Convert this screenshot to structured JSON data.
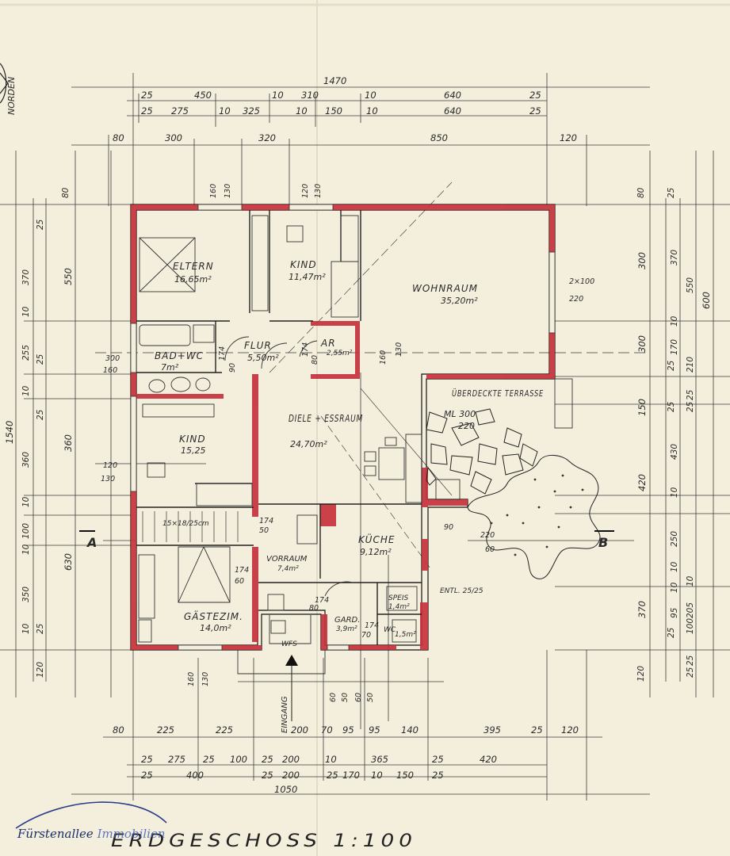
{
  "plan": {
    "title": "ERDGESCHOSS 1:100",
    "north_label": "NORDEN",
    "entrance_label": "EINGANG",
    "section_a": "A",
    "section_b": "B",
    "vent_note": "ENTL. 25/25"
  },
  "rooms": [
    {
      "key": "eltern",
      "name": "ELTERN",
      "area": "16,65m²"
    },
    {
      "key": "kind1",
      "name": "KIND",
      "area": "11,47m²"
    },
    {
      "key": "wohn",
      "name": "WOHNRAUM",
      "area": "35,20m²"
    },
    {
      "key": "ar",
      "name": "AR",
      "area": "2,55m²"
    },
    {
      "key": "flur",
      "name": "FLUR",
      "area": "5,50m²"
    },
    {
      "key": "bad",
      "name": "BAD+WC",
      "area": "7m²"
    },
    {
      "key": "terr",
      "name": "ÜBERDECKTE TERRASSE",
      "area": ""
    },
    {
      "key": "diele",
      "name": "DIELE + ESSRAUM",
      "area": "24,70m²"
    },
    {
      "key": "kind2",
      "name": "KIND",
      "area": "15,25"
    },
    {
      "key": "kueche",
      "name": "KÜCHE",
      "area": "9,12m²"
    },
    {
      "key": "vorraum",
      "name": "VORRAUM",
      "area": "7,4m²"
    },
    {
      "key": "gaest",
      "name": "GÄSTEZIM.",
      "area": "14,0m²"
    },
    {
      "key": "gard",
      "name": "GARD.",
      "area": "3,9m²"
    },
    {
      "key": "speis",
      "name": "SPEIS",
      "area": "1,4m²"
    },
    {
      "key": "wc",
      "name": "WC",
      "area": "1,5m²"
    },
    {
      "key": "wfs",
      "name": "WFS",
      "area": ""
    }
  ],
  "notes": {
    "terrace_ml": "ML 300",
    "terrace_220": "220",
    "stairs": "15×18/25cm"
  },
  "dims": {
    "top_total": "1470",
    "top_row1": [
      "25",
      "450",
      "10",
      "310",
      "10",
      "640",
      "25"
    ],
    "top_row2": [
      "25",
      "275",
      "10",
      "325",
      "10",
      "150",
      "10",
      "640",
      "25"
    ],
    "top_row3": [
      "80",
      "300",
      "320",
      "850",
      "120"
    ],
    "bottom_row1": [
      "80",
      "225",
      "225",
      "200",
      "70",
      "95",
      "95",
      "140",
      "395",
      "25",
      "120"
    ],
    "bottom_row2": [
      "25",
      "275",
      "25",
      "100",
      "25",
      "200",
      "10",
      "365",
      "25",
      "420"
    ],
    "bottom_row3": [
      "25",
      "400",
      "25",
      "200",
      "25",
      "170",
      "10",
      "150",
      "25"
    ],
    "bottom_total": "1050",
    "left_total": "1540",
    "left_outer": [
      "550",
      "360",
      "630"
    ],
    "left_mid": [
      "370",
      "10",
      "255",
      "10",
      "360",
      "10",
      "100",
      "10",
      "350",
      "10"
    ],
    "left_inner": [
      "80",
      "25",
      "25",
      "25",
      "25",
      "120"
    ],
    "right_total": "600",
    "right_outer": [
      "300",
      "300",
      "150",
      "420",
      "370"
    ],
    "right_mid": [
      "370",
      "10",
      "170",
      "430",
      "10",
      "250",
      "10",
      "95",
      "10"
    ],
    "right_inner": [
      "80",
      "25",
      "25",
      "25",
      "25",
      "120"
    ],
    "right_extra": [
      "550",
      "210",
      "25",
      "25",
      "100",
      "205",
      "10",
      "25",
      "25"
    ],
    "misc": [
      "160",
      "130",
      "120",
      "130",
      "300",
      "160",
      "2×100",
      "220",
      "160",
      "130",
      "120",
      "130",
      "90",
      "220",
      "60",
      "174",
      "80",
      "174",
      "70",
      "174",
      "60",
      "174",
      "90",
      "174",
      "80",
      "174",
      "50",
      "60",
      "50",
      "60",
      "50",
      "160",
      "130"
    ]
  },
  "brand": {
    "text_a": "Fürstenallee ",
    "text_b": "Immobilien"
  }
}
